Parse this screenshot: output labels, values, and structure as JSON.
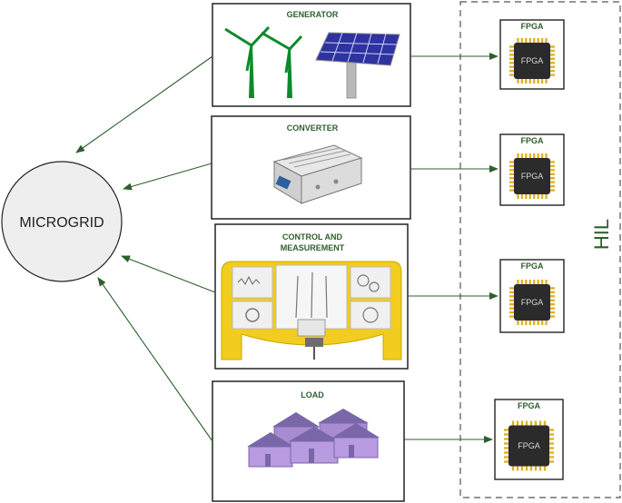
{
  "microgrid": {
    "label": "MICROGRID"
  },
  "hil": {
    "label": "HIL"
  },
  "boxes": [
    {
      "title": "GENERATOR"
    },
    {
      "title_lines": [
        "CONTROL AND",
        "MEASUREMENT"
      ]
    },
    {
      "title": "CONVERTER"
    },
    {
      "title": "LOAD"
    }
  ],
  "fpgas": [
    {
      "top": "FPGA",
      "chip": "FPGA"
    },
    {
      "top": "FPGA",
      "chip": "FPGA"
    },
    {
      "top": "FPGA",
      "chip": "FPGA"
    },
    {
      "top": "FPGA",
      "chip": "FPGA"
    }
  ],
  "colors": {
    "arrow": "#2e5f2e",
    "text_green": "#2e5f2e",
    "chip": "#2b2b2b",
    "pins": "#e0b12a",
    "tower": "#0b8a2a",
    "solar": "#2e33a0",
    "load_house": "#a98bd1"
  }
}
